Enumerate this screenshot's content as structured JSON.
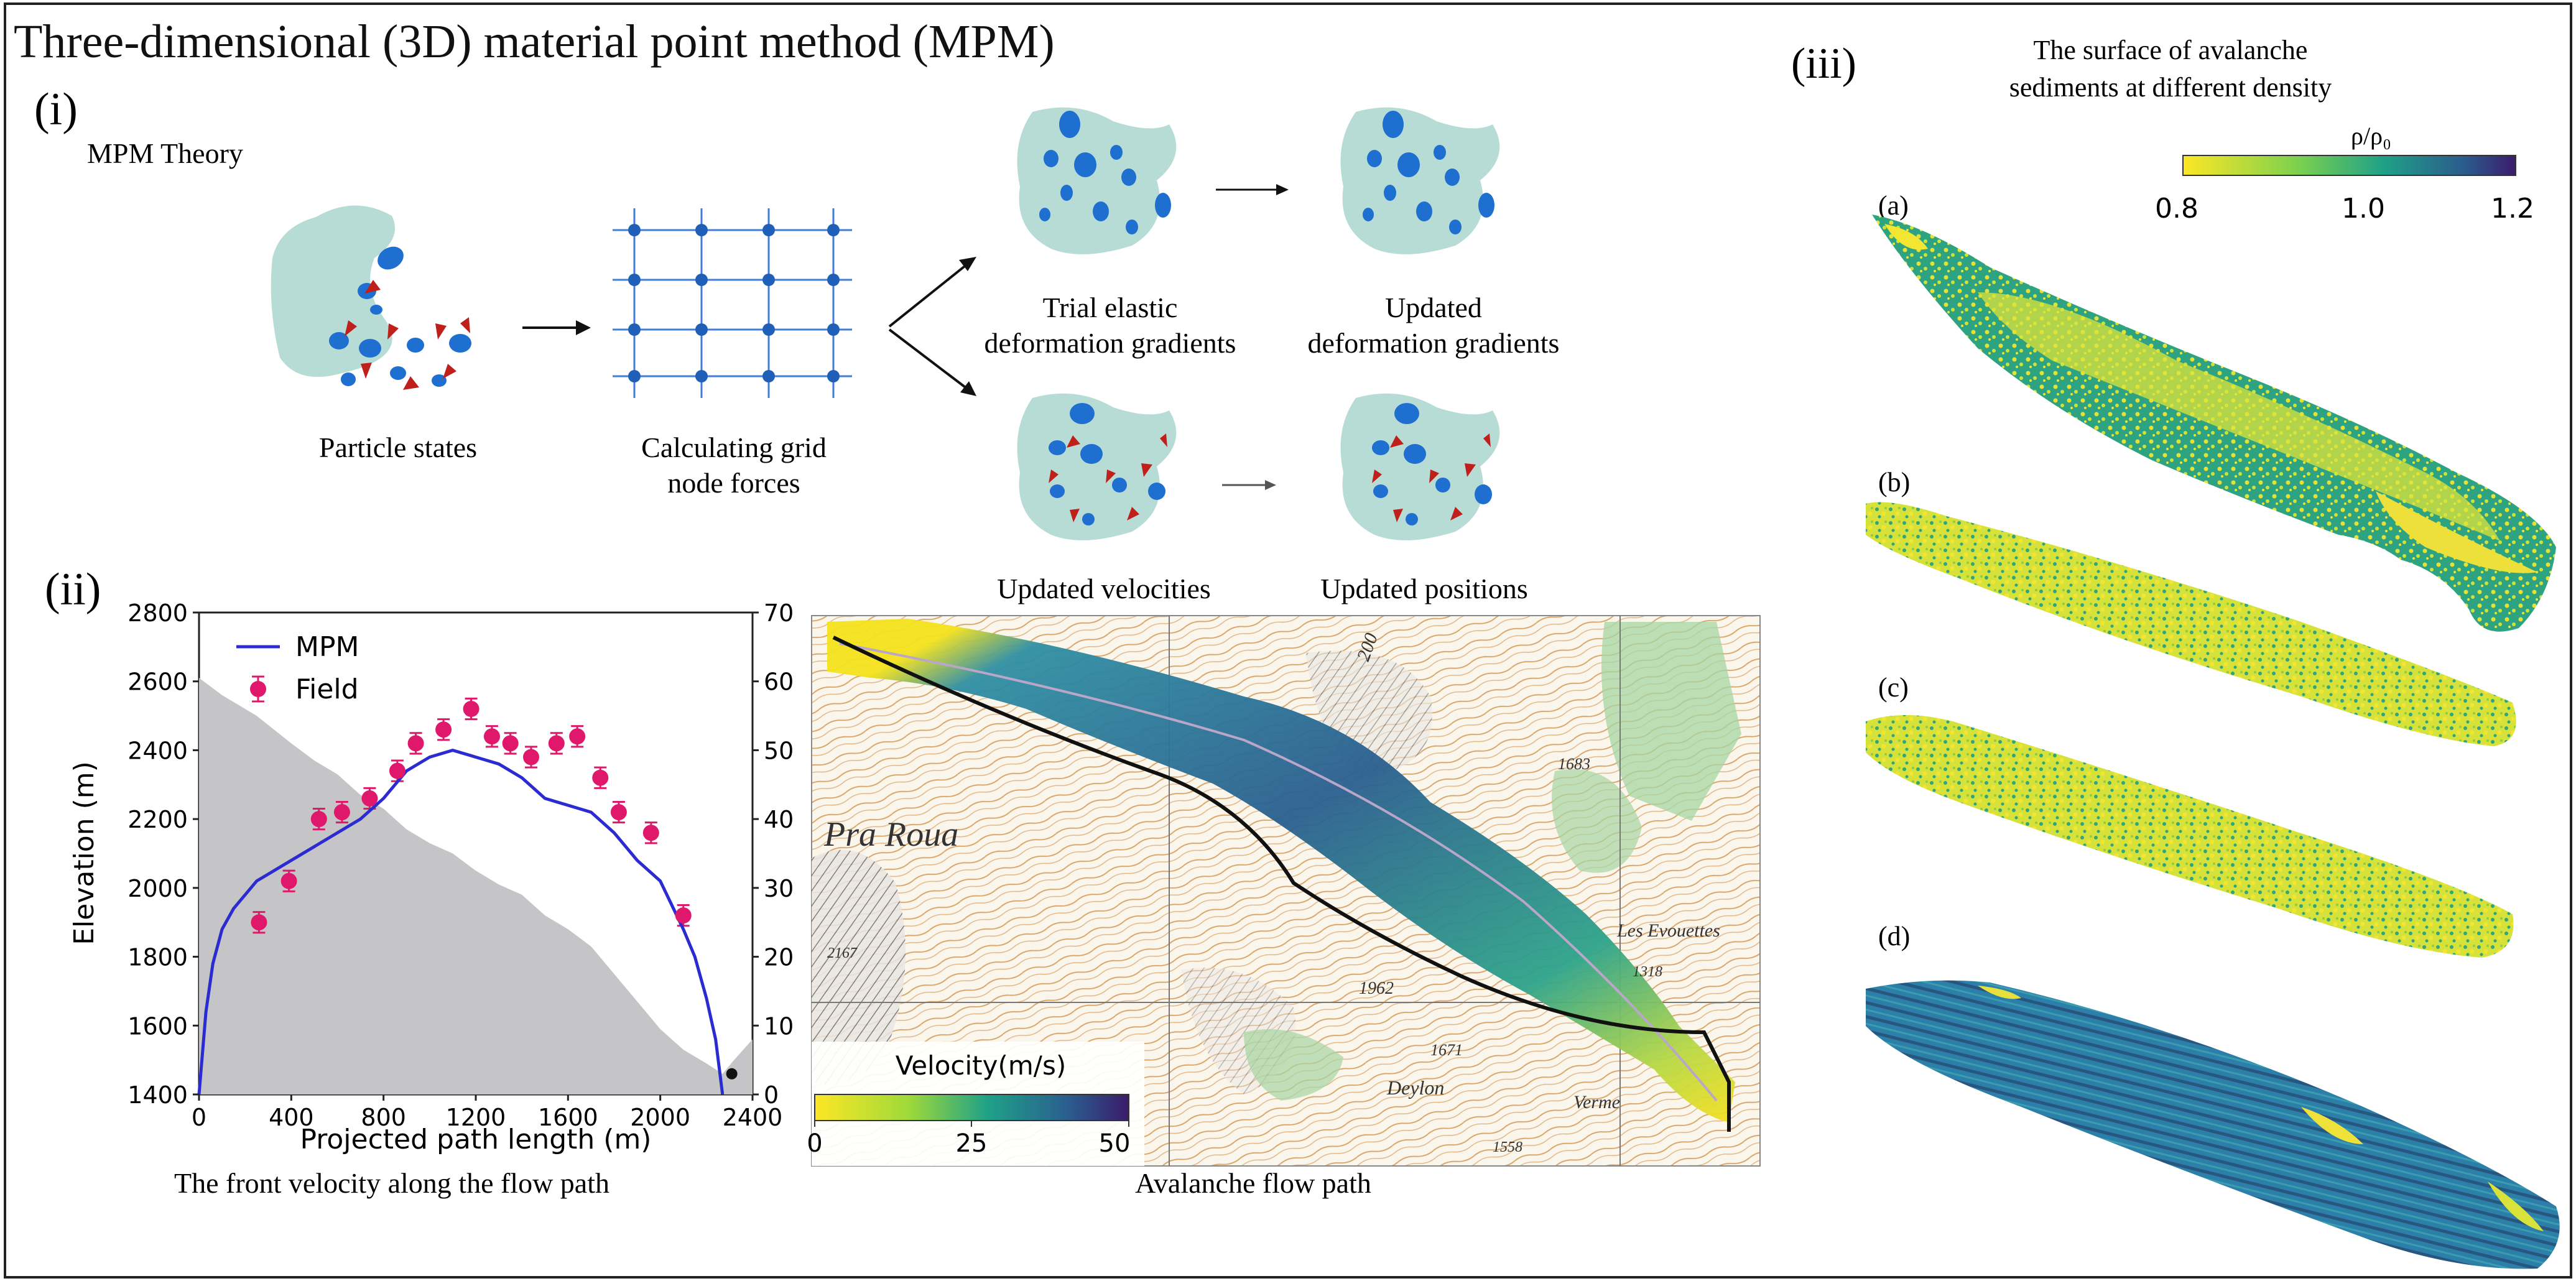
{
  "title": "Three-dimensional (3D) material point method (MPM)",
  "panel_i": {
    "label": "(i)",
    "subtitle": "MPM Theory",
    "steps": {
      "particle_states": "Particle states",
      "grid_forces_line1": "Calculating grid",
      "grid_forces_line2": "node forces",
      "trial_line1": "Trial elastic",
      "trial_line2": "deformation gradients",
      "updated_def_line1": "Updated",
      "updated_def_line2": "deformation gradients",
      "updated_velocities": "Updated velocities",
      "updated_positions": "Updated positions"
    },
    "colors": {
      "blob": "#b7dcd6",
      "particle": "#1f6fd1",
      "arrow": "#c0201c",
      "grid": "#3f7fd6"
    }
  },
  "panel_ii": {
    "label": "(ii)",
    "chart_caption": "The front velocity along the flow path",
    "map_caption": "Avalanche flow path",
    "map_labels": [
      "Pra Roua",
      "Les Evouettes",
      "Deylon",
      "Verme",
      "1962",
      "1683",
      "1671",
      "1318",
      "1558",
      "200",
      "2167"
    ],
    "colorbar": {
      "title": "Velocity(m/s)",
      "ticks": [
        "0",
        "25",
        "50"
      ]
    }
  },
  "panel_iii": {
    "label": "(iii)",
    "title_line1": "The surface of avalanche",
    "title_line2": "sediments at different density",
    "colorbar_label": "ρ/ρ₀",
    "colorbar_ticks": [
      "0.8",
      "1.0",
      "1.2"
    ],
    "sub_labels": [
      "(a)",
      "(b)",
      "(c)",
      "(d)"
    ]
  },
  "chart_data": {
    "type": "line",
    "xlabel": "Projected path length (m)",
    "ylabel": "Elevation (m)",
    "xlim": [
      0,
      2400
    ],
    "ylim": [
      1400,
      2800
    ],
    "y2lim": [
      0,
      70
    ],
    "x_ticks": [
      "0",
      "400",
      "800",
      "1200",
      "1600",
      "2000",
      "2400"
    ],
    "y_ticks": [
      "1400",
      "1600",
      "1800",
      "2000",
      "2200",
      "2400",
      "2600",
      "2800"
    ],
    "y2_ticks": [
      "0",
      "10",
      "20",
      "30",
      "40",
      "50",
      "60",
      "70"
    ],
    "legend_position": "top-left",
    "series": [
      {
        "name": "MPM",
        "axis": "right",
        "color": "#2b2bd1",
        "x": [
          0,
          30,
          60,
          100,
          150,
          200,
          250,
          300,
          400,
          500,
          600,
          700,
          800,
          900,
          1000,
          1100,
          1200,
          1300,
          1400,
          1500,
          1600,
          1700,
          1800,
          1900,
          2000,
          2100,
          2150,
          2200,
          2240,
          2270
        ],
        "y": [
          0,
          12,
          19,
          24,
          27,
          29,
          31,
          32,
          34,
          36,
          38,
          40,
          43,
          47,
          49,
          50,
          49,
          48,
          46,
          43,
          42,
          41,
          38,
          34,
          31,
          24,
          20,
          14,
          8,
          0
        ]
      },
      {
        "name": "Field",
        "axis": "right",
        "color": "#e0186c",
        "x": [
          260,
          390,
          520,
          620,
          740,
          860,
          940,
          1060,
          1180,
          1270,
          1350,
          1440,
          1550,
          1640,
          1740,
          1820,
          1960,
          2100
        ],
        "y": [
          25,
          31,
          40,
          41,
          43,
          47,
          51,
          53,
          56,
          52,
          51,
          49,
          51,
          52,
          46,
          41,
          38,
          26
        ],
        "err": [
          1.5,
          1.5,
          1.5,
          1.5,
          1.5,
          1.5,
          1.5,
          1.5,
          1.5,
          1.5,
          1.5,
          1.5,
          1.5,
          1.5,
          1.5,
          1.5,
          1.5,
          1.5
        ]
      },
      {
        "name": "Terrain",
        "axis": "left",
        "fill": "#c5c5c8",
        "x": [
          0,
          100,
          250,
          400,
          500,
          600,
          700,
          800,
          900,
          1000,
          1100,
          1200,
          1300,
          1400,
          1500,
          1600,
          1700,
          1800,
          1900,
          2000,
          2100,
          2200,
          2270,
          2320,
          2400
        ],
        "y": [
          2610,
          2560,
          2500,
          2420,
          2370,
          2330,
          2270,
          2230,
          2170,
          2130,
          2100,
          2050,
          2010,
          1980,
          1920,
          1880,
          1830,
          1750,
          1670,
          1590,
          1530,
          1490,
          1460,
          1500,
          1560
        ]
      }
    ],
    "marker_point": {
      "x": 2310,
      "y2": 3
    }
  }
}
